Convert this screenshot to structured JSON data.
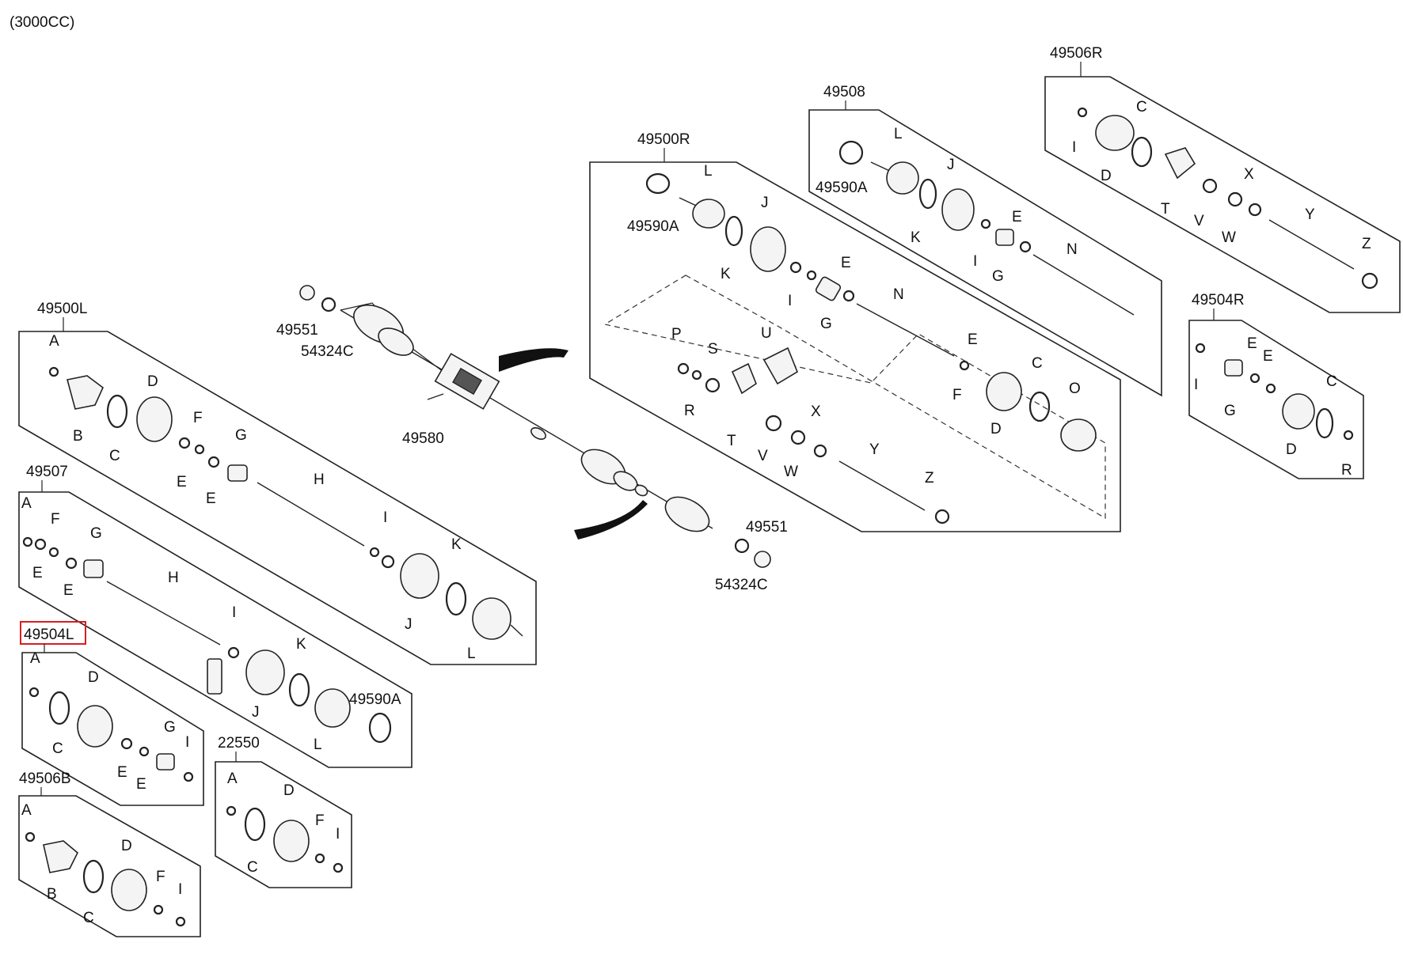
{
  "header": {
    "engine_note": "(3000CC)"
  },
  "colors": {
    "line": "#222222",
    "highlight": "#d81e1e",
    "background": "#ffffff"
  },
  "highlighted_part": "49504L",
  "assemblies": {
    "a49500L": "49500L",
    "a49507": "49507",
    "a49504L": "49504L",
    "a49506B": "49506B",
    "a22550": "22550",
    "a49500R": "49500R",
    "a49508": "49508",
    "a49506R": "49506R",
    "a49504R": "49504R"
  },
  "parts": {
    "p49551": "49551",
    "p54324C": "54324C",
    "p49580": "49580",
    "p49590A": "49590A"
  },
  "letters": {
    "A": "A",
    "B": "B",
    "C": "C",
    "D": "D",
    "E": "E",
    "F": "F",
    "G": "G",
    "H": "H",
    "I": "I",
    "J": "J",
    "K": "K",
    "L": "L",
    "N": "N",
    "O": "O",
    "P": "P",
    "R": "R",
    "S": "S",
    "T": "T",
    "U": "U",
    "V": "V",
    "W": "W",
    "X": "X",
    "Y": "Y",
    "Z": "Z"
  }
}
